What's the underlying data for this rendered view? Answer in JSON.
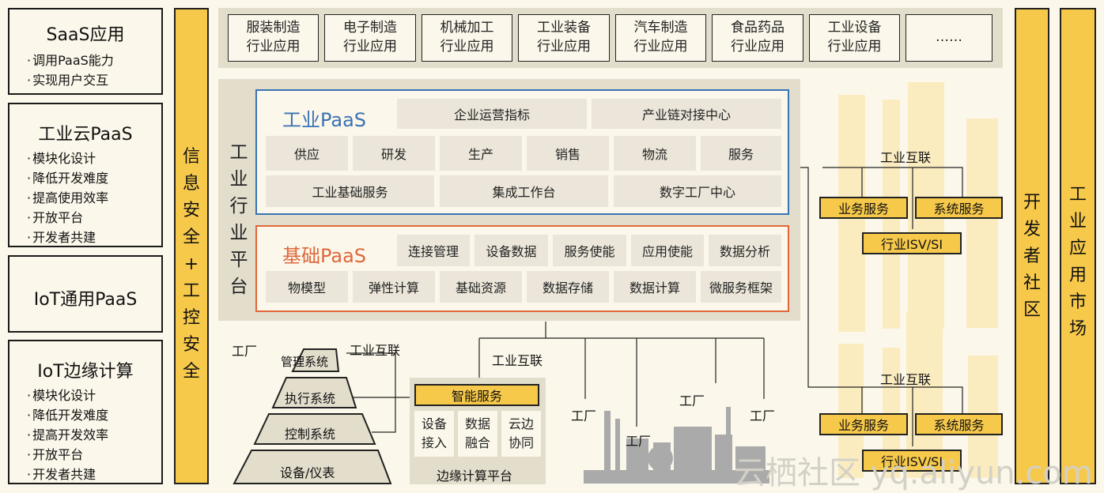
{
  "left_panel": [
    {
      "title": "SaaS应用",
      "items": [
        "调用PaaS能力",
        "实现用户交互"
      ]
    },
    {
      "title": "工业云PaaS",
      "items": [
        "模块化设计",
        "降低开发难度",
        "提高使用效率",
        "开放平台",
        "开发者共建"
      ]
    },
    {
      "title": "IoT通用PaaS",
      "items": []
    },
    {
      "title": "IoT边缘计算",
      "items": [
        "模块化设计",
        "降低开发难度",
        "提高开发效率",
        "开放平台",
        "开发者共建"
      ]
    }
  ],
  "security_bar": [
    "信",
    "息",
    "安",
    "全",
    "+",
    "工",
    "控",
    "安",
    "全"
  ],
  "industry_apps": [
    {
      "l1": "服装制造",
      "l2": "行业应用"
    },
    {
      "l1": "电子制造",
      "l2": "行业应用"
    },
    {
      "l1": "机械加工",
      "l2": "行业应用"
    },
    {
      "l1": "工业装备",
      "l2": "行业应用"
    },
    {
      "l1": "汽车制造",
      "l2": "行业应用"
    },
    {
      "l1": "食品药品",
      "l2": "行业应用"
    },
    {
      "l1": "工业设备",
      "l2": "行业应用"
    },
    {
      "l1": "……",
      "l2": ""
    }
  ],
  "platform_label": [
    "工",
    "业",
    "行",
    "业",
    "平",
    "台"
  ],
  "industrial_paas": {
    "title": "工业PaaS",
    "top": [
      "企业运营指标",
      "产业链对接中心"
    ],
    "row2": [
      "供应",
      "研发",
      "生产",
      "销售",
      "物流",
      "服务"
    ],
    "row3": [
      "工业基础服务",
      "集成工作台",
      "数字工厂中心"
    ]
  },
  "base_paas": {
    "title": "基础PaaS",
    "top": [
      "连接管理",
      "设备数据",
      "服务使能",
      "应用使能",
      "数据分析"
    ],
    "row2": [
      "物模型",
      "弹性计算",
      "基础资源",
      "数据存储",
      "数据计算",
      "微服务框架"
    ]
  },
  "pyramid": [
    "管理系统",
    "执行系统",
    "控制系统",
    "设备/仪表"
  ],
  "labels": {
    "factory": "工厂",
    "internet": "工业互联"
  },
  "edge": {
    "smart": "智能服务",
    "items": [
      {
        "l1": "设备",
        "l2": "接入"
      },
      {
        "l1": "数据",
        "l2": "融合"
      },
      {
        "l1": "云边",
        "l2": "协同"
      }
    ],
    "footer": "边缘计算平台"
  },
  "right_groups": [
    {
      "title": "工业互联",
      "service1": "业务服务",
      "service2": "系统服务",
      "isv": "行业ISV/SI"
    },
    {
      "title": "工业互联",
      "service1": "业务服务",
      "service2": "系统服务",
      "isv": "行业ISV/SI"
    }
  ],
  "dev_community": [
    "开",
    "发",
    "者",
    "社",
    "区"
  ],
  "app_market": [
    "工",
    "业",
    "应",
    "用",
    "市",
    "场"
  ],
  "watermark": "云栖社区 yq.aliyun.com",
  "colors": {
    "yellow": "#f7c94a",
    "blue_frame": "#3a72b4",
    "orange_frame": "#e0673b",
    "gray_panel": "#e3ddcc"
  }
}
